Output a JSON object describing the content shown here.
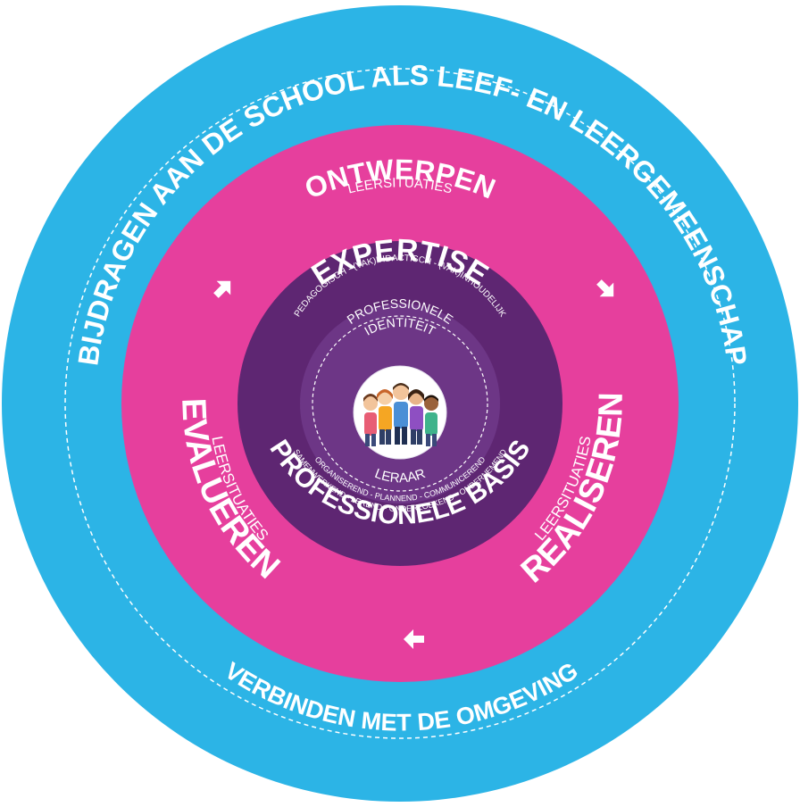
{
  "colors": {
    "outer_ring": "#2cb4e6",
    "middle_ring": "#e63f9d",
    "inner_ring": "#5e2672",
    "core_ring": "#6d3686",
    "center": "#ffffff"
  },
  "outer": {
    "top_text": "BIJDRAGEN AAN DE SCHOOL ALS LEEF- EN LEERGEMEENSCHAP",
    "bottom_text": "VERBINDEN MET DE OMGEVING"
  },
  "middle": {
    "top": {
      "label_small": "LEERSITUATIES",
      "label_large": "ONTWERPEN"
    },
    "left": {
      "label_small": "LEERSITUATIES",
      "label_large": "EVALUEREN"
    },
    "right": {
      "label_small": "LEERSITUATIES",
      "label_large": "REALISEREN"
    },
    "arrows": [
      "arrow-up-right",
      "arrow-down-right",
      "arrow-left"
    ]
  },
  "inner": {
    "top_title": "EXPERTISE",
    "top_sub": "PEDAGOGISCH - (VAK)DIDACTISCH - (VAK)INHOUDELIJK",
    "bottom_title": "PROFESSIONELE BASIS",
    "bottom_sub1": "ORGANISEREND - PLANNEND - COMMUNICEREND",
    "bottom_sub2": "SAMENWERKEND - LEREND - ONDERZOEKEND - ONDERNEMEND"
  },
  "core": {
    "top_line1": "PROFESSIONELE",
    "top_line2": "IDENTITEIT",
    "bottom": "LERAAR",
    "image": "group-of-students-illustration"
  }
}
